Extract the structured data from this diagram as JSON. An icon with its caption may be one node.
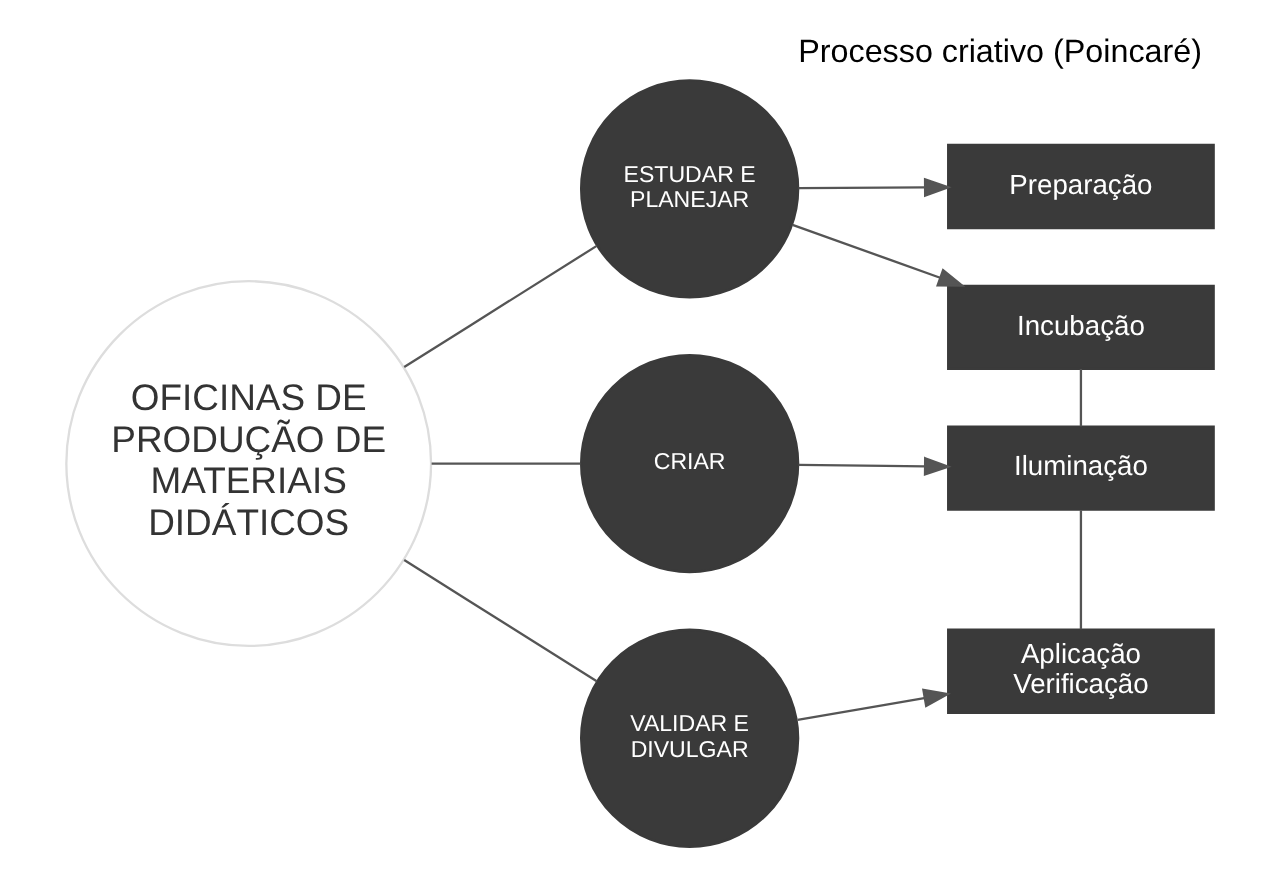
{
  "diagram": {
    "title": "Processo criativo (Poincaré)",
    "nodes": [
      {
        "text": [
          "OFICINAS DE PRODUÇÃO DE MATERIAIS DIDÁTICOS"
        ]
      },
      {
        "text": [
          "ESTUDAR E PLANEJAR"
        ]
      },
      {
        "text": [
          "CRIAR"
        ]
      },
      {
        "text": [
          "VALIDAR E DIVULGAR"
        ]
      },
      {
        "text": [
          "Preparação"
        ]
      },
      {
        "text": [
          "Incubação"
        ]
      },
      {
        "text": [
          "Iluminação"
        ]
      },
      {
        "text": [
          "Aplicação Verificação"
        ]
      }
    ],
    "edges": [
      {
        "from": 0,
        "to": 1,
        "arrow": "none"
      },
      {
        "from": 0,
        "to": 2,
        "arrow": "none"
      },
      {
        "from": 0,
        "to": 3,
        "arrow": "none"
      },
      {
        "from": 1,
        "to": 4,
        "arrow": "to"
      },
      {
        "from": 1,
        "to": 5,
        "arrow": "to"
      },
      {
        "from": 2,
        "to": 6,
        "arrow": "to"
      },
      {
        "from": 3,
        "to": 7,
        "arrow": "to"
      },
      {
        "from": 5,
        "to": 6,
        "arrow": "none"
      },
      {
        "from": 6,
        "to": 7,
        "arrow": "none"
      }
    ]
  }
}
